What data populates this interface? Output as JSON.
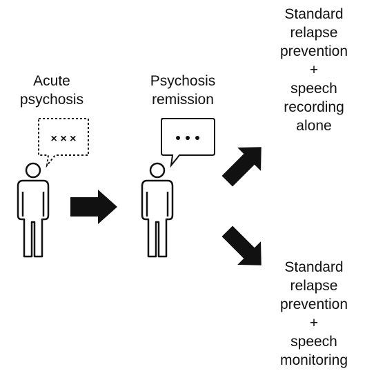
{
  "stages": {
    "acute": {
      "lines": [
        "Acute",
        "psychosis"
      ],
      "bubble": "dotted"
    },
    "remission": {
      "lines": [
        "Psychosis",
        "remission"
      ],
      "bubble": "solid"
    }
  },
  "outcomes": {
    "top": {
      "lines": [
        "Standard",
        "relapse",
        "prevention",
        "+",
        "speech",
        "recording",
        "alone"
      ]
    },
    "bottom": {
      "lines": [
        "Standard",
        "relapse",
        "prevention",
        "+",
        "speech",
        "monitoring"
      ]
    }
  },
  "icons": [
    "person-icon",
    "speech-bubble-icon",
    "arrow-icon"
  ],
  "colors": {
    "ink": "#111111",
    "background": "#ffffff"
  }
}
